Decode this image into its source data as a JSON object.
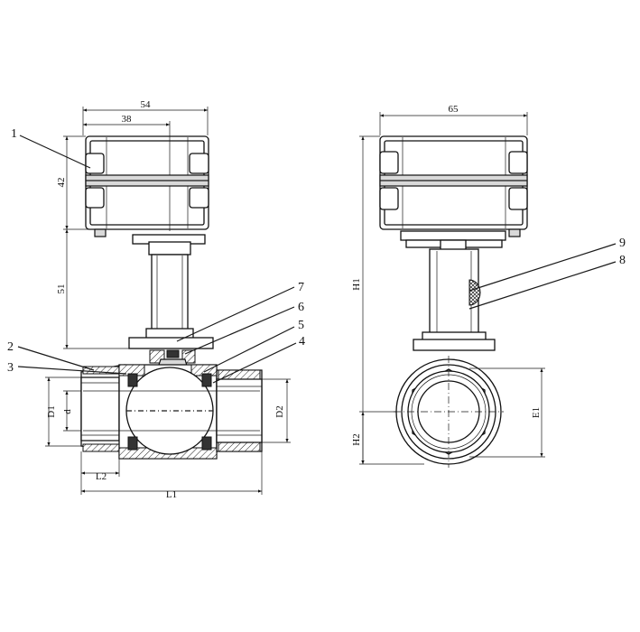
{
  "balloons": [
    "1",
    "2",
    "3",
    "4",
    "5",
    "6",
    "7",
    "8",
    "9"
  ],
  "dimensions": {
    "actuator_width": "54",
    "actuator_offset": "38",
    "actuator_height": "42",
    "stem_height": "51",
    "side_width": "65",
    "overall_height": "H1",
    "center_height": "H2",
    "end_diameter": "D1",
    "bore": "d",
    "thread_diameter": "D2",
    "outer_diameter": "E1",
    "thread_length": "L2",
    "overall_length": "L1"
  }
}
